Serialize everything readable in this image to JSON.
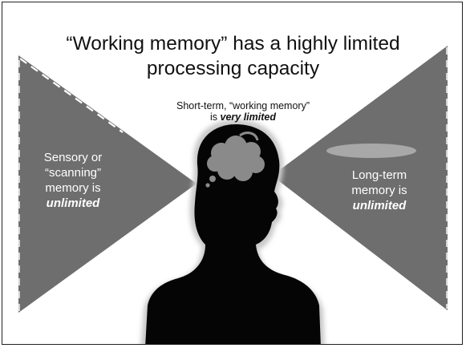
{
  "slide": {
    "title_lines": [
      "“Working memory” has a highly limited",
      "processing capacity"
    ],
    "working_memory_caption": {
      "line1": "Short-term, “working memory”",
      "line2_prefix": "is ",
      "line2_emphasis": "very limited"
    },
    "sensory_memory_label": {
      "lines": [
        "Sensory or",
        "“scanning”",
        "memory is"
      ],
      "emphasis": "unlimited"
    },
    "long_term_memory_label": {
      "lines": [
        "Long-term",
        "memory is"
      ],
      "emphasis": "unlimited"
    }
  },
  "colors": {
    "wedge_gray": "#6e6e6e",
    "head_fill": "#050505",
    "head_halo": "#c9c9c9",
    "cloud_gray": "#8a8a8a",
    "oval_gray": "#a8a8a8",
    "text_white": "#ffffff",
    "text_dark": "#111111"
  },
  "icons": {
    "head": "head-silhouette-icon",
    "thought_cloud": "thought-cloud-icon"
  }
}
